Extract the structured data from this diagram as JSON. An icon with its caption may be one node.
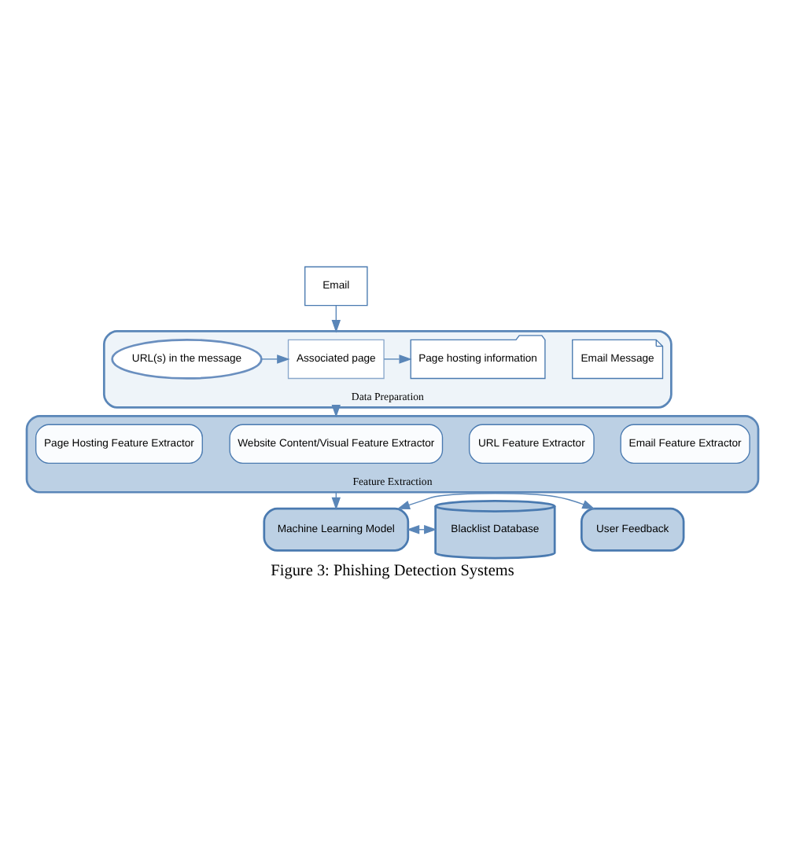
{
  "diagram": {
    "caption": "Figure 3: Phishing Detection Systems",
    "nodes": [
      {
        "text": [
          "Email"
        ]
      },
      {
        "text": [
          "Data Preparation"
        ]
      },
      {
        "text": [
          "Email Message"
        ],
        "in": 1
      },
      {
        "text": [
          "URL(s) in the message"
        ],
        "in": 1
      },
      {
        "text": [
          "Associated page"
        ],
        "in": 1
      },
      {
        "text": [
          "Page hosting information"
        ],
        "in": 1
      },
      {
        "text": [
          "Feature Extraction"
        ]
      },
      {
        "text": [
          "Email Feature Extractor"
        ],
        "in": 6
      },
      {
        "text": [
          "URL Feature Extractor"
        ],
        "in": 6
      },
      {
        "text": [
          "Website Content/Visual Feature Extractor"
        ],
        "in": 6
      },
      {
        "text": [
          "Page Hosting Feature Extractor"
        ],
        "in": 6
      },
      {
        "text": [
          "User Feedback"
        ]
      },
      {
        "text": [
          "Machine Learning Model"
        ]
      },
      {
        "text": [
          "Blacklist Database"
        ]
      }
    ],
    "edges": [
      {
        "from": 0,
        "to": 1,
        "arrow": "to"
      },
      {
        "from": 3,
        "to": 4,
        "arrow": "to"
      },
      {
        "from": 4,
        "to": 5,
        "arrow": "to"
      },
      {
        "from": 1,
        "to": 6,
        "arrow": "to"
      },
      {
        "from": 6,
        "to": 12,
        "arrow": "to"
      },
      {
        "from": 11,
        "to": 12,
        "arrow": "both"
      },
      {
        "from": 12,
        "to": 13,
        "arrow": "both"
      }
    ]
  }
}
